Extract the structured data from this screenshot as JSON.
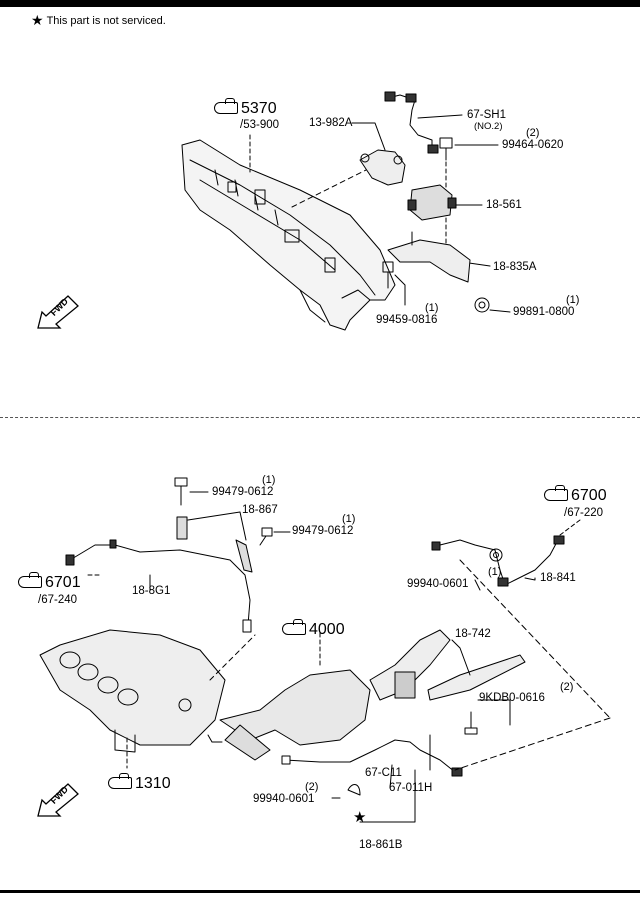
{
  "note": {
    "star": "★",
    "text": "This part is not serviced."
  },
  "top_section": {
    "refs": [
      {
        "code": "5370",
        "sub": "/53-900"
      }
    ],
    "parts": {
      "p1": "13-982A",
      "p2": "67-SH1",
      "p2_note": "(NO.2)",
      "p3": "99464-0620",
      "p3_qty": "(2)",
      "p4": "18-561",
      "p5": "18-835A",
      "p6": "99459-0816",
      "p6_qty": "(1)",
      "p7": "99891-0800",
      "p7_qty": "(1)"
    },
    "fwd": "FWD"
  },
  "bottom_section": {
    "refs": {
      "r6700": {
        "code": "6700",
        "sub": "/67-220"
      },
      "r6701": {
        "code": "6701",
        "sub": "/67-240"
      },
      "r4000": {
        "code": "4000"
      },
      "r1310": {
        "code": "1310"
      }
    },
    "parts": {
      "b1": "99479-0612",
      "b1_qty": "(1)",
      "b2": "18-867",
      "b3": "99479-0612",
      "b3_qty": "(1)",
      "b4": "18-8G1",
      "b5": "99940-0601",
      "b5_qty": "(1)",
      "b6": "18-841",
      "b7": "18-742",
      "b8": "9KDB0-0616",
      "b8_qty": "(2)",
      "b9": "99940-0601",
      "b9_qty": "(2)",
      "b10": "67-C11",
      "b11": "67-011H",
      "b12": "18-861B",
      "star": "★"
    },
    "fwd": "FWD"
  }
}
